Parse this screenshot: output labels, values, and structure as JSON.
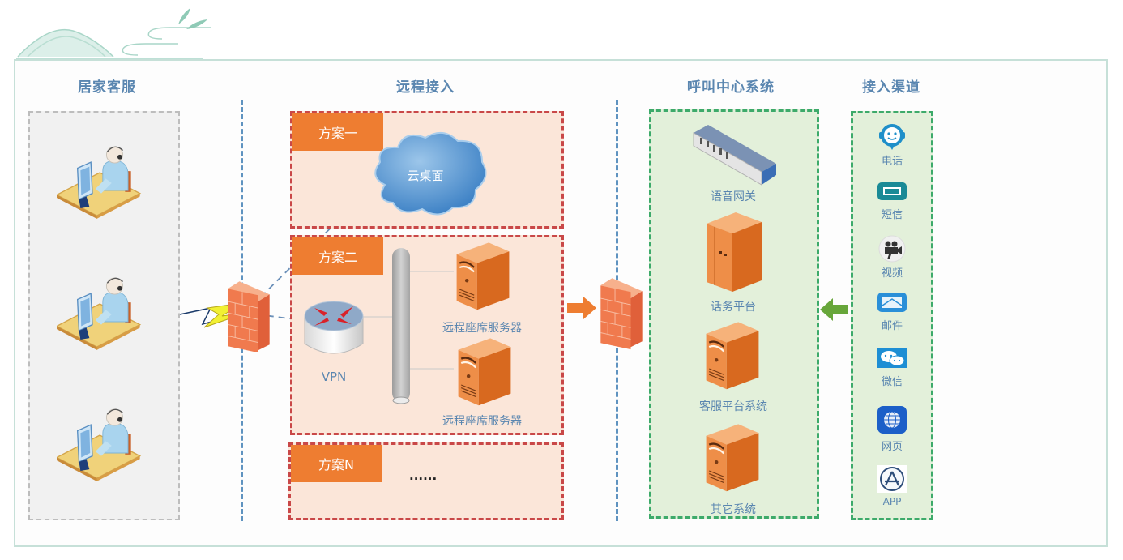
{
  "diagram": {
    "columns": {
      "home_agents": "居家客服",
      "remote_access": "远程接入",
      "call_center": "呼叫中心系统",
      "channels": "接入渠道"
    },
    "home_agents": {
      "agent_count": 3,
      "icon": "agent-workstation-icon"
    },
    "remote_access": {
      "plans": [
        {
          "tag": "方案一",
          "items": [
            {
              "icon": "cloud-icon",
              "label": "云桌面"
            }
          ]
        },
        {
          "tag": "方案二",
          "items": [
            {
              "icon": "vpn-router-icon",
              "label": "VPN"
            },
            {
              "icon": "server-icon",
              "label": "远程座席服务器"
            },
            {
              "icon": "server-icon",
              "label": "远程座席服务器"
            }
          ]
        },
        {
          "tag": "方案N",
          "ellipsis": "......"
        }
      ]
    },
    "call_center": {
      "items": [
        {
          "icon": "voice-gateway-icon",
          "label": "语音网关"
        },
        {
          "icon": "cabinet-icon",
          "label": "话务平台"
        },
        {
          "icon": "server-icon",
          "label": "客服平台系统"
        },
        {
          "icon": "server-icon",
          "label": "其它系统"
        }
      ]
    },
    "channels": {
      "items": [
        {
          "icon": "phone-headset-icon",
          "label": "电话"
        },
        {
          "icon": "sms-icon",
          "label": "短信"
        },
        {
          "icon": "video-camera-icon",
          "label": "视频"
        },
        {
          "icon": "mail-icon",
          "label": "邮件"
        },
        {
          "icon": "wechat-icon",
          "label": "微信"
        },
        {
          "icon": "globe-icon",
          "label": "网页"
        },
        {
          "icon": "app-store-icon",
          "label": "APP"
        }
      ]
    },
    "colors": {
      "title": "#5a86b0",
      "plan_tag": "#ee7d31",
      "plan_bg": "#fbe6d9",
      "plan_border": "#c94848",
      "green_bg": "#e3f0da",
      "green_border": "#3daa6a",
      "divider": "#5f93c0",
      "frame": "#c6e0d8"
    }
  }
}
